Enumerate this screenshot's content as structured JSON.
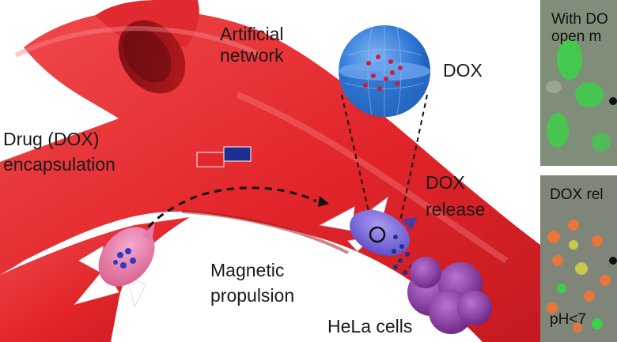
{
  "labels": {
    "artificial_network": [
      "Artificial",
      "network"
    ],
    "dox": "DOX",
    "drug_encapsulation": [
      "Drug (DOX)",
      "encapsulation"
    ],
    "dox_release": [
      "DOX",
      "release"
    ],
    "magnetic_propulsion": [
      "Magnetic",
      "propulsion"
    ],
    "hela_cells": "HeLa cells"
  },
  "panels": {
    "top_text": [
      "With DO",
      "open m"
    ],
    "bottom_text_top": "DOX rel",
    "bottom_text_bottom": "pH<7"
  },
  "colors": {
    "vessel": "#e8262b",
    "vessel_dark": "#a3141a",
    "vessel_light": "#f15d5f",
    "magnet_red": "#e3262b",
    "magnet_blue": "#1f2f8f",
    "sphere": "#2f78d6",
    "dox_dots": "#d01c3a",
    "hela": "#8a3aa8",
    "fluor_green": "#3ecf4a",
    "fluor_orange": "#e8763a"
  }
}
